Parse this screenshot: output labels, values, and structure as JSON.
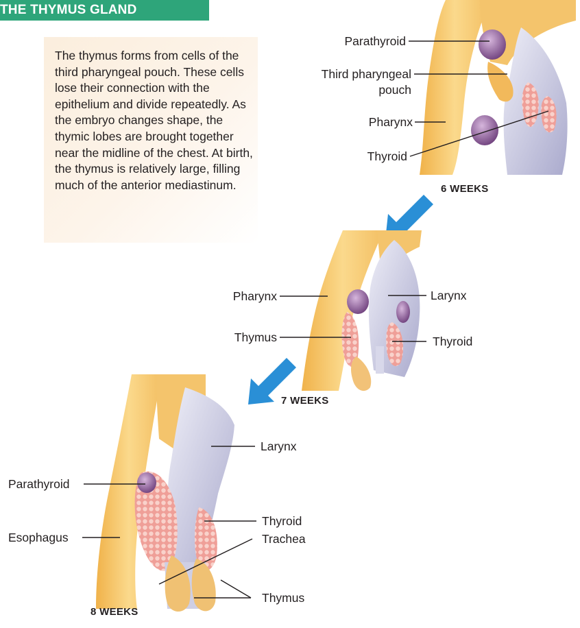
{
  "header": {
    "title": "THE THYMUS GLAND"
  },
  "note": {
    "text": "The thymus forms from cells of the third pharyngeal pouch. These cells lose their connection with the epithelium and divide repeatedly. As the embryo changes shape, the thymic lobes are brought together near the midline of the chest. At birth, the thymus is relatively large, filling much of the anterior mediastinum."
  },
  "stage_6": {
    "caption": "6 WEEKS",
    "labels": {
      "parathyroid": "Parathyroid",
      "third_pouch_line1": "Third pharyngeal",
      "third_pouch_line2": "pouch",
      "pharynx": "Pharynx",
      "thyroid": "Thyroid"
    }
  },
  "stage_7": {
    "caption": "7 WEEKS",
    "labels": {
      "pharynx": "Pharynx",
      "larynx": "Larynx",
      "thymus": "Thymus",
      "thyroid": "Thyroid"
    }
  },
  "stage_8": {
    "caption": "8 WEEKS",
    "labels": {
      "larynx": "Larynx",
      "parathyroid": "Parathyroid",
      "thyroid": "Thyroid",
      "esophagus": "Esophagus",
      "trachea": "Trachea",
      "thymus": "Thymus"
    }
  },
  "colors": {
    "header_green": "#2ea57a",
    "arrow_blue": "#2a8fd6",
    "tissue_yellow": "#f6c565",
    "larynx_lavender": "#c9c9e3",
    "gland_purple": "#8d5f96",
    "thymus_pink": "#e8a39c"
  }
}
